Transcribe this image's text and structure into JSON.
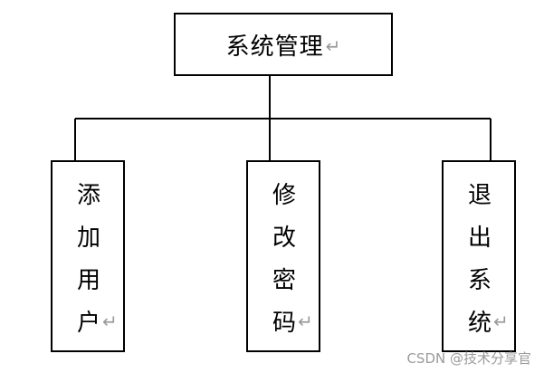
{
  "diagram": {
    "root": {
      "label": "系统管理",
      "mark": "↵"
    },
    "children": [
      {
        "label": "添加用户",
        "mark": "↵"
      },
      {
        "label": "修改密码",
        "mark": "↵"
      },
      {
        "label": "退出系统",
        "mark": "↵"
      }
    ]
  },
  "watermark": "CSDN @技术分享官"
}
